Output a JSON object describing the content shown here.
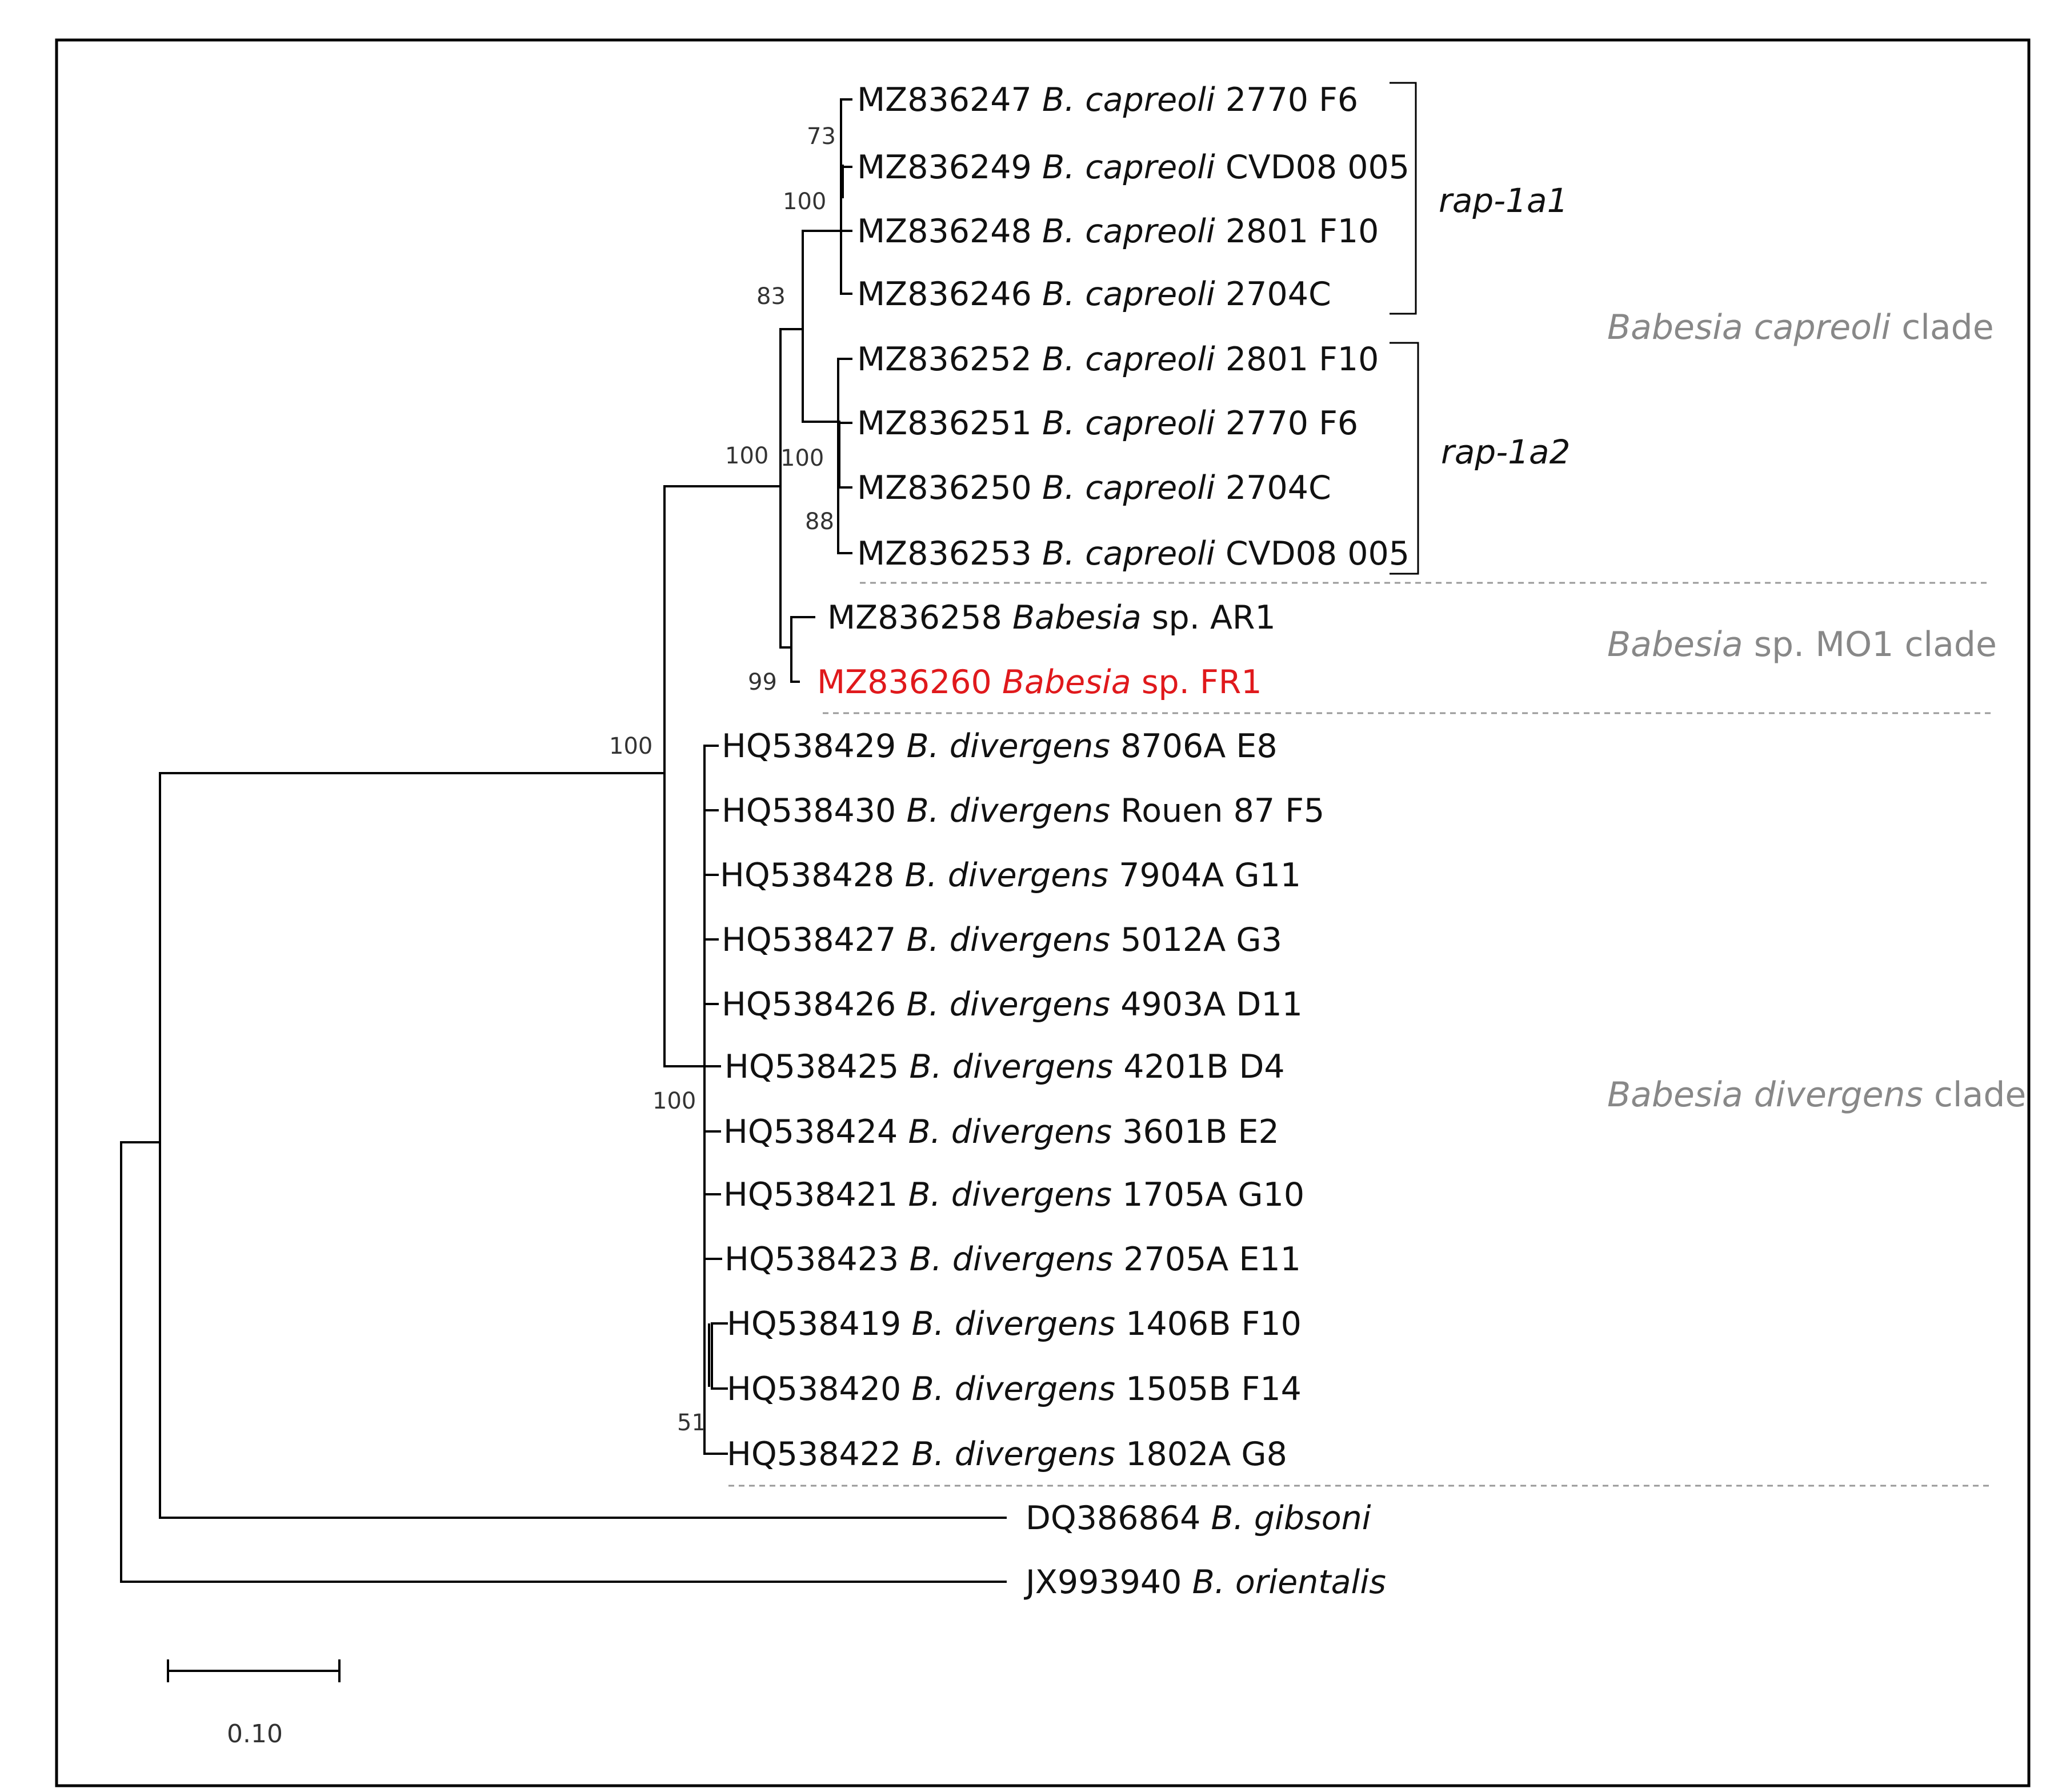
{
  "taxa": [
    {
      "acc": "MZ836247",
      "sp": "B. capreoli",
      "strain": "2770 F6"
    },
    {
      "acc": "MZ836249",
      "sp": "B. capreoli",
      "strain": "CVD08 005"
    },
    {
      "acc": "MZ836248",
      "sp": "B. capreoli",
      "strain": "2801 F10"
    },
    {
      "acc": "MZ836246",
      "sp": "B. capreoli",
      "strain": "2704C"
    },
    {
      "acc": "MZ836252",
      "sp": "B. capreoli",
      "strain": "2801 F10"
    },
    {
      "acc": "MZ836251",
      "sp": "B. capreoli",
      "strain": "2770 F6"
    },
    {
      "acc": "MZ836250",
      "sp": "B. capreoli",
      "strain": "2704C"
    },
    {
      "acc": "MZ836253",
      "sp": "B. capreoli",
      "strain": "CVD08 005"
    },
    {
      "acc": "MZ836258",
      "sp": "Babesia",
      "strain": "sp. AR1"
    },
    {
      "acc": "MZ836260",
      "sp": "Babesia",
      "strain": "sp. FR1",
      "color": "#e0191c"
    },
    {
      "acc": "HQ538429",
      "sp": "B. divergens",
      "strain": "8706A E8"
    },
    {
      "acc": "HQ538430",
      "sp": "B. divergens",
      "strain": "Rouen 87 F5"
    },
    {
      "acc": "HQ538428",
      "sp": "B. divergens",
      "strain": "7904A G11"
    },
    {
      "acc": "HQ538427",
      "sp": "B. divergens",
      "strain": "5012A G3"
    },
    {
      "acc": "HQ538426",
      "sp": "B. divergens",
      "strain": "4903A D11"
    },
    {
      "acc": "HQ538425",
      "sp": "B. divergens",
      "strain": "4201B D4"
    },
    {
      "acc": "HQ538424",
      "sp": "B. divergens",
      "strain": "3601B E2"
    },
    {
      "acc": "HQ538421",
      "sp": "B. divergens",
      "strain": "1705A G10"
    },
    {
      "acc": "HQ538423",
      "sp": "B. divergens",
      "strain": "2705A E11"
    },
    {
      "acc": "HQ538419",
      "sp": "B. divergens",
      "strain": "1406B F10"
    },
    {
      "acc": "HQ538420",
      "sp": "B. divergens",
      "strain": "1505B F14"
    },
    {
      "acc": "HQ538422",
      "sp": "B. divergens",
      "strain": "1802A G8"
    },
    {
      "acc": "DQ386864",
      "sp": "B. gibsoni",
      "strain": ""
    },
    {
      "acc": "JX993940",
      "sp": "B. orientalis",
      "strain": ""
    }
  ],
  "bootstrap": [
    "73",
    "100",
    "83",
    "100",
    "100",
    "88",
    "99",
    "100",
    "100",
    "51",
    "100"
  ],
  "groups": {
    "rap1a1": "rap-1a1",
    "rap1a2": "rap-1a2"
  },
  "clades": {
    "capreoli": {
      "genus": "Babesia capreoli",
      "suffix": " clade"
    },
    "mo1": {
      "genus": "Babesia",
      "suffix": " sp. MO1 clade"
    },
    "divergens": {
      "genus": "Babesia divergens",
      "suffix": " clade"
    }
  },
  "scale_bar": {
    "value": "0.10"
  },
  "colors": {
    "highlight": "#e0191c",
    "clade_label": "#888888",
    "branch": "#000000"
  }
}
